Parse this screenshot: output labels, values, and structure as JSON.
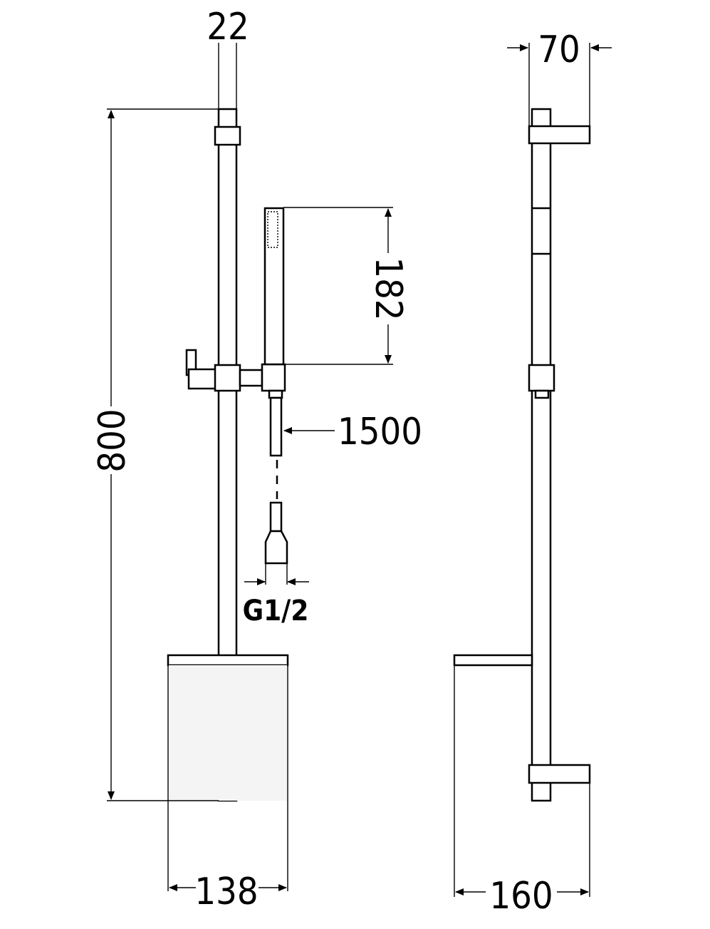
{
  "dimensions": {
    "rail_diameter": "22",
    "wall_bracket_depth": "70",
    "rail_height": "800",
    "hand_shower_length": "182",
    "hose_length": "1500",
    "connection_thread": "G1/2",
    "soap_dish_front_width": "138",
    "soap_dish_side_depth": "160"
  },
  "colors": {
    "line": "#000000",
    "background": "#ffffff"
  }
}
